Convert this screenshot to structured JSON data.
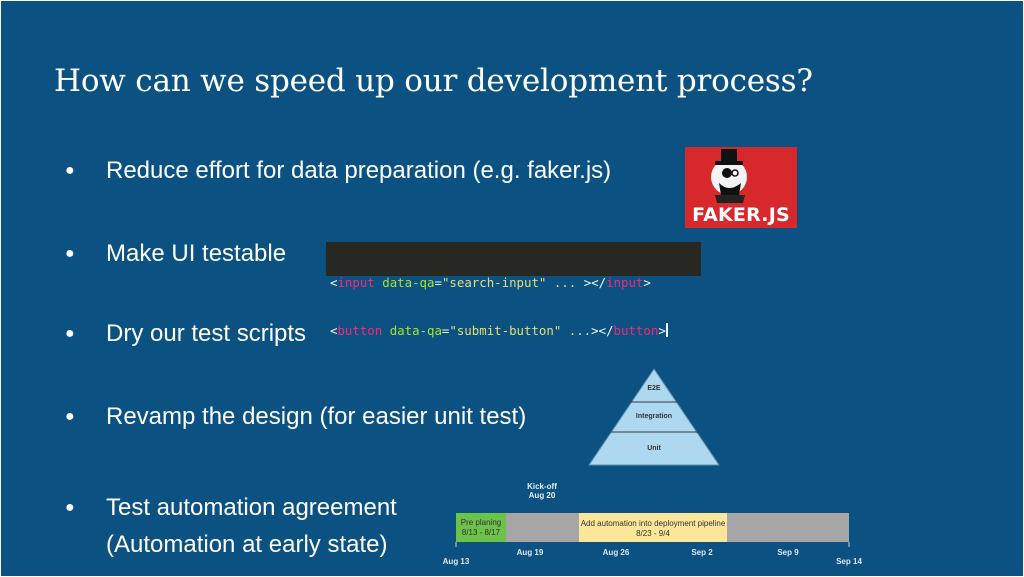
{
  "slide": {
    "title": "How can we speed up our development process?",
    "background_color": "#0b5283",
    "bullets": [
      {
        "text": "Reduce effort for data preparation (e.g. faker.js)"
      },
      {
        "text": "Make UI testable"
      },
      {
        "text": "Dry our test scripts"
      },
      {
        "text": "Revamp the design (for easier unit test)"
      },
      {
        "text": "Test automation agreement"
      }
    ],
    "bullet_continuation": "(Automation at early state)",
    "bullet_symbol": "●"
  },
  "faker_logo": {
    "text": "FAKER.JS",
    "color": "#d7282c",
    "icon": "top-hat-man-icon"
  },
  "code_snippet": {
    "lines": [
      [
        {
          "t": "<",
          "c": "punct"
        },
        {
          "t": "input",
          "c": "tag"
        },
        {
          "t": " ",
          "c": "punct"
        },
        {
          "t": "data-qa",
          "c": "attr"
        },
        {
          "t": "=",
          "c": "punct"
        },
        {
          "t": "\"search-input\"",
          "c": "str"
        },
        {
          "t": " ",
          "c": "punct"
        },
        {
          "t": "...",
          "c": "str"
        },
        {
          "t": " ></",
          "c": "punct"
        },
        {
          "t": "input",
          "c": "tag"
        },
        {
          "t": ">",
          "c": "punct"
        }
      ],
      [
        {
          "t": "<",
          "c": "punct"
        },
        {
          "t": "button",
          "c": "tag"
        },
        {
          "t": " ",
          "c": "punct"
        },
        {
          "t": "data-qa",
          "c": "attr"
        },
        {
          "t": "=",
          "c": "punct"
        },
        {
          "t": "\"submit-button\"",
          "c": "str"
        },
        {
          "t": " ",
          "c": "punct"
        },
        {
          "t": "...",
          "c": "str"
        },
        {
          "t": "></",
          "c": "punct"
        },
        {
          "t": "button",
          "c": "tag"
        },
        {
          "t": ">",
          "c": "punct"
        }
      ]
    ],
    "colors": {
      "background": "#272822",
      "tag": "#f92672",
      "attr": "#a6e22e",
      "str": "#e6db74",
      "punct": "#f8f8f2"
    }
  },
  "pyramid": {
    "levels": [
      "E2E",
      "Integration",
      "Unit"
    ],
    "fill_color": "#aed8f0"
  },
  "timeline": {
    "kickoff_label": "Kick-off",
    "kickoff_date": "Aug 20",
    "tasks": [
      {
        "name": "Pre planing",
        "dates": "8/13 - 8/17",
        "color": "#6cc24a"
      },
      {
        "name": "Add automation into deployment pipeline",
        "dates": "8/23 - 9/4",
        "color": "#fbe69a"
      }
    ],
    "axis_labels": [
      "Aug 13",
      "Aug 19",
      "Aug 26",
      "Sep 2",
      "Sep 9",
      "Sep 14"
    ],
    "track_color": "#a6a6a6"
  }
}
